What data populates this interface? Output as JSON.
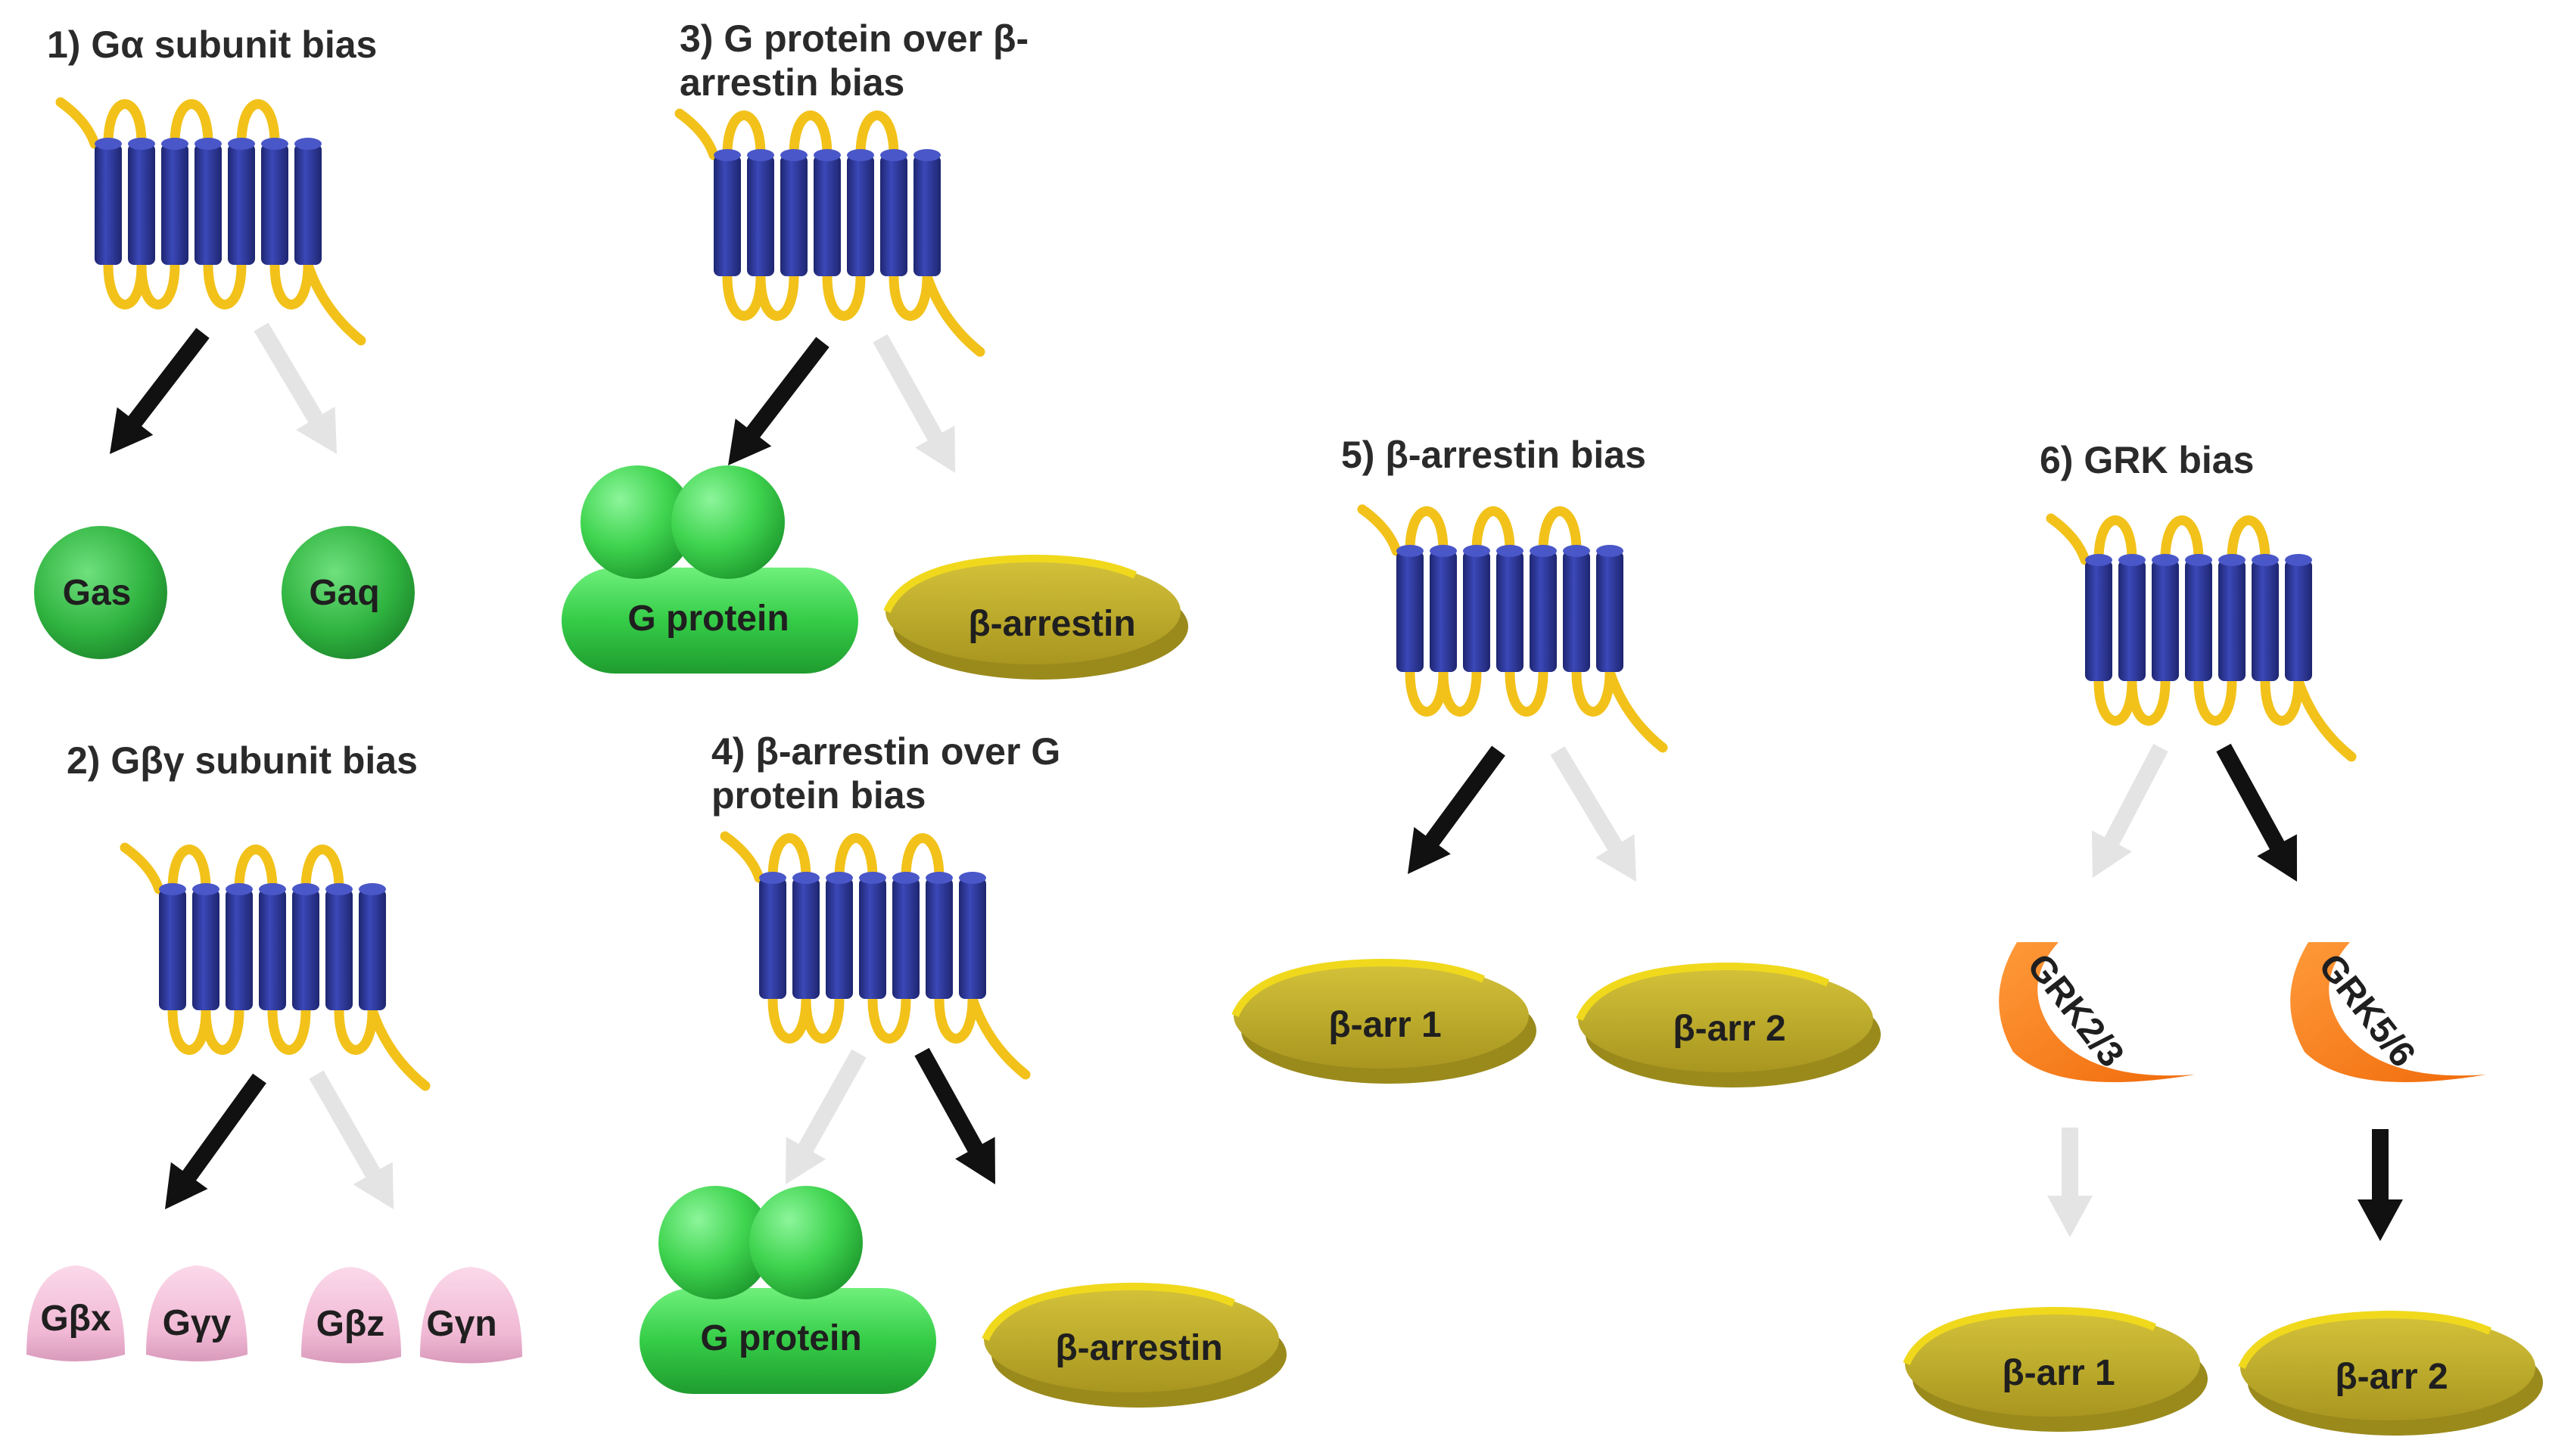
{
  "panels": {
    "p1": {
      "title": [
        "1) Gα subunit bias"
      ],
      "labels": [
        "Gas",
        "Gaq"
      ]
    },
    "p2": {
      "title": [
        "2) Gβγ subunit bias"
      ],
      "labels": [
        "Gβx",
        "Gγy",
        "Gβz",
        "Gγn"
      ]
    },
    "p3": {
      "title": [
        "3) G protein over β-",
        "arrestin bias"
      ],
      "labels": [
        "G protein",
        "β-arrestin"
      ]
    },
    "p4": {
      "title": [
        "4) β-arrestin over G",
        "protein bias"
      ],
      "labels": [
        "G protein",
        "β-arrestin"
      ]
    },
    "p5": {
      "title": [
        "5) β-arrestin bias"
      ],
      "labels": [
        "β-arr 1",
        "β-arr 2"
      ]
    },
    "p6": {
      "title": [
        "6) GRK bias"
      ],
      "labels": [
        "GRK2/3",
        "GRK5/6",
        "β-arr 1",
        "β-arr 2"
      ]
    }
  },
  "colors": {
    "helix": "#2f3a9e",
    "helix_dark": "#1e2670",
    "loop": "#f2c21a",
    "g_protein": "#3fd44f",
    "g_alpha": "#2fb33f",
    "arrestin": "#c4b22a",
    "arrestin_rim": "#f0d91c",
    "g_beta_gamma": "#f2bcd8",
    "grk": "#ff7a1a",
    "arrow_active": "#111111",
    "arrow_inactive": "#e4e4e4"
  }
}
